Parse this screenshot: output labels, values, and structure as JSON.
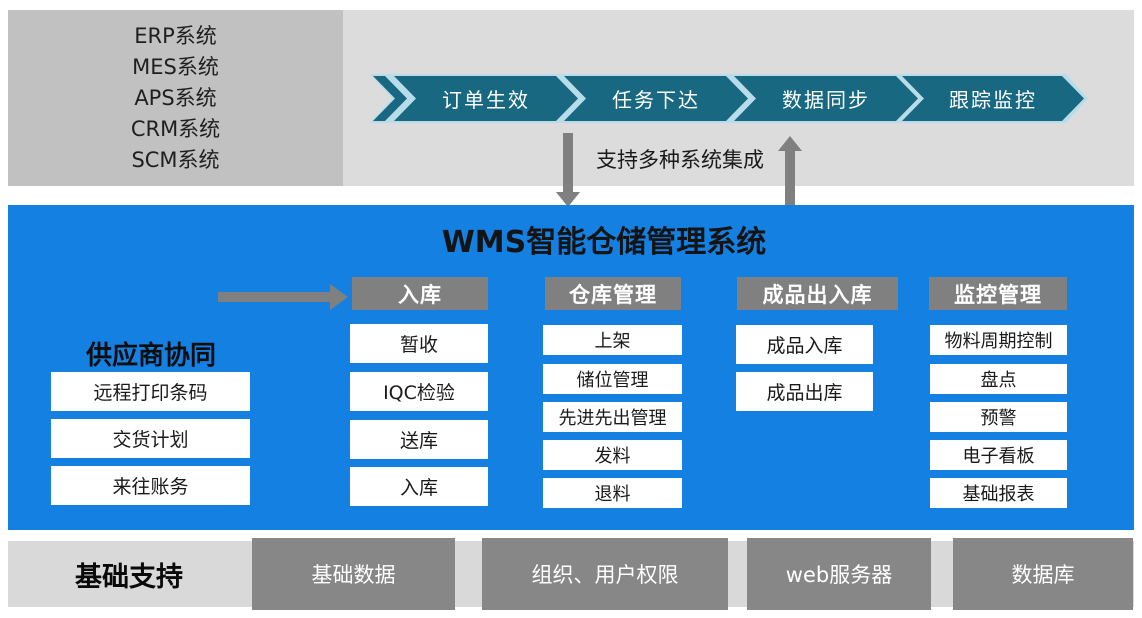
{
  "colors": {
    "panel_blue": "#1480e2",
    "chevron_teal": "#176880",
    "chevron_outline": "#b9dcea",
    "gray_accent": "#808080",
    "top_band_bg": "#dcdcdc",
    "systems_box_bg": "#c1c1c1",
    "bottom_band_bg": "#d9d9d9",
    "bottom_box_bg": "#878787"
  },
  "top": {
    "systems": [
      "ERP系统",
      "MES系统",
      "APS系统",
      "CRM系统",
      "SCM系统"
    ],
    "flow_steps": [
      "订单生效",
      "任务下达",
      "数据同步",
      "跟踪监控"
    ],
    "integration_note": "支持多种系统集成"
  },
  "wms": {
    "title": "WMS智能仓储管理系统",
    "supplier": {
      "title": "供应商协同",
      "items": [
        "远程打印条码",
        "交货计划",
        "来往账务"
      ]
    },
    "columns": [
      {
        "header": "入库",
        "items": [
          "暂收",
          "IQC检验",
          "送库",
          "入库"
        ]
      },
      {
        "header": "仓库管理",
        "items": [
          "上架",
          "储位管理",
          "先进先出管理",
          "发料",
          "退料"
        ]
      },
      {
        "header": "成品出入库",
        "items": [
          "成品入库",
          "成品出库"
        ]
      },
      {
        "header": "监控管理",
        "items": [
          "物料周期控制",
          "盘点",
          "预警",
          "电子看板",
          "基础报表"
        ]
      }
    ]
  },
  "bottom": {
    "title": "基础支持",
    "items": [
      "基础数据",
      "组织、用户权限",
      "web服务器",
      "数据库"
    ]
  }
}
